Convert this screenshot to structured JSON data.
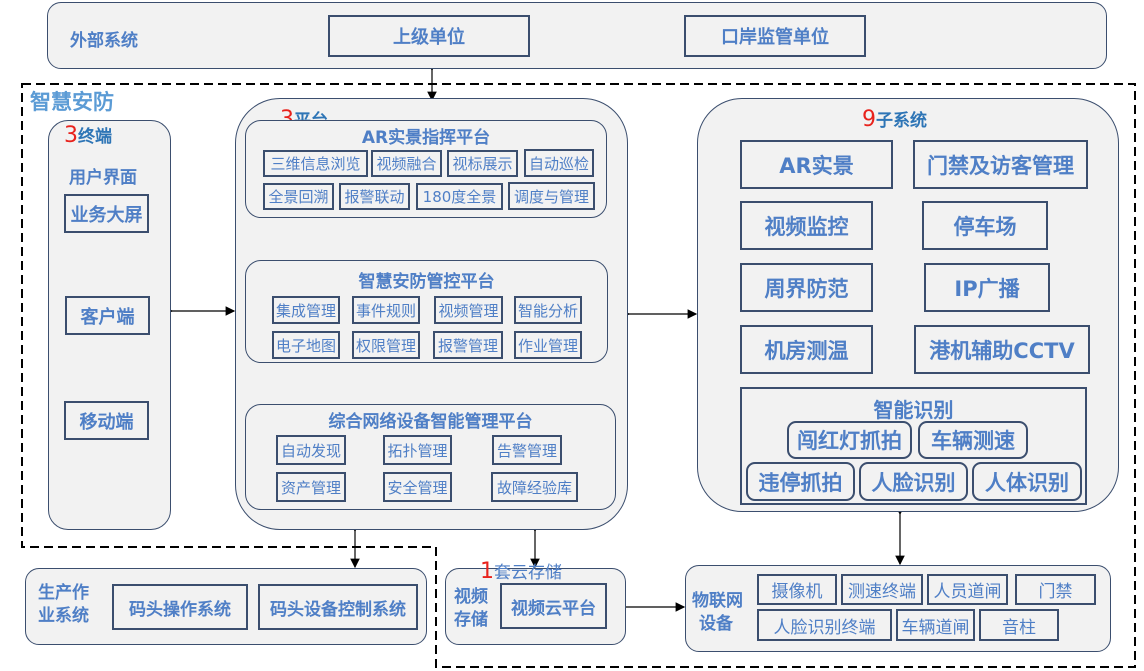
{
  "external": {
    "label": "外部系统",
    "items": [
      "上级单位",
      "口岸监管单位"
    ]
  },
  "scope_label": "智慧安防",
  "terminals": {
    "count": "3",
    "title": "终端",
    "subtitle": "用户界面",
    "items": [
      "业务大屏",
      "客户端",
      "移动端"
    ]
  },
  "platforms": {
    "count": "3",
    "title": "平台",
    "ar": {
      "title": "AR实景指挥平台",
      "items": [
        "三维信息浏览",
        "视频融合",
        "视标展示",
        "自动巡检",
        "全景回溯",
        "报警联动",
        "180度全景",
        "调度与管理"
      ]
    },
    "security": {
      "title": "智慧安防管控平台",
      "items": [
        "集成管理",
        "事件规则",
        "视频管理",
        "智能分析",
        "电子地图",
        "权限管理",
        "报警管理",
        "作业管理"
      ]
    },
    "network": {
      "title": "综合网络设备智能管理平台",
      "items": [
        "自动发现",
        "拓扑管理",
        "告警管理",
        "资产管理",
        "安全管理",
        "故障经验库"
      ]
    }
  },
  "subsystems": {
    "count": "9",
    "title": "子系统",
    "items": [
      "AR实景",
      "门禁及访客管理",
      "视频监控",
      "停车场",
      "周界防范",
      "IP广播",
      "机房测温",
      "港机辅助CCTV"
    ],
    "recognition": {
      "title": "智能识别",
      "items": [
        "闯红灯抓拍",
        "车辆测速",
        "违停抓拍",
        "人脸识别",
        "人体识别"
      ]
    }
  },
  "production": {
    "label": "生产作业系统",
    "label_lines": [
      "生产作",
      "业系统"
    ],
    "items": [
      "码头操作系统",
      "码头设备控制系统"
    ]
  },
  "storage": {
    "count": "1",
    "title": "套云存储",
    "label_lines": [
      "视频",
      "存储"
    ],
    "items": [
      "视频云平台"
    ]
  },
  "iot": {
    "label_lines": [
      "物联网",
      "设备"
    ],
    "items": [
      "摄像机",
      "测速终端",
      "人员道闸",
      "门禁",
      "人脸识别终端",
      "车辆道闸",
      "音柱"
    ]
  }
}
